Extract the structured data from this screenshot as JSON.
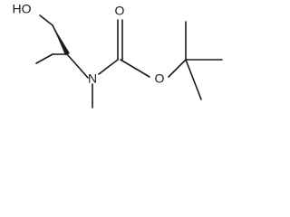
{
  "molecule": {
    "atoms": {
      "hydroxyl": "HO",
      "carbonyl_oxygen": "O",
      "ester_oxygen": "O",
      "nitrogen": "N"
    },
    "colors": {
      "bond": "#1a1a1a",
      "background": "#ffffff"
    }
  }
}
